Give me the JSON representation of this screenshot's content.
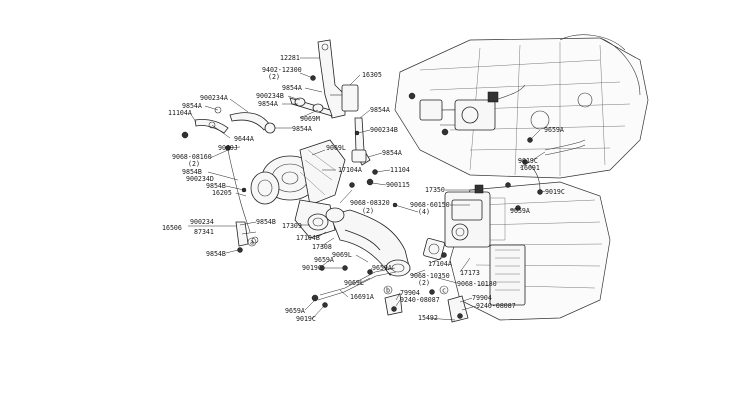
{
  "labels": {
    "l12281": "12281",
    "l9402": "9402-12300",
    "l9402q": "(2)",
    "l16305": "16305",
    "l9854A_1": "9854A",
    "l900234B_1": "900234B",
    "l9854A_2": "9854A",
    "l9069M": "9069M",
    "l9854A_3": "9854A",
    "l900234B_2": "900234B",
    "l900234A": "900234A",
    "l9854A_4": "9854A",
    "l11104A": "11104A",
    "l9854A_5": "9854A",
    "l9644A": "9644A",
    "l9069J": "9069J",
    "l9068_08160": "9068-08160",
    "l9068_08160q": "(2)",
    "l9854B_1": "9854B",
    "l900234D": "900234D",
    "l9854B_2": "9854B",
    "l16205": "16205",
    "l9069L_1": "9069L",
    "l17104A_1": "17104A",
    "l9854A_6": "9854A",
    "l11104": "11104",
    "l900115": "900115",
    "l9068_08320": "9068-08320",
    "l9068_08320q": "(2)",
    "l900234": "900234",
    "l16506": "16506",
    "l87341": "87341",
    "l9854B_3": "9854B",
    "l9854B_4": "9854B",
    "l17309": "17309",
    "l17104B": "17104B",
    "l17308": "17308",
    "l9069L_2": "9069L",
    "l9659A_1": "9659A",
    "l9019C_1": "9019C",
    "l9659A_2": "9659A",
    "l9069L_3": "9069L",
    "l16691A": "16691A",
    "l9659A_3": "9659A",
    "l9019C_2": "9019C",
    "l9659A_4": "9659A",
    "l9019C_3": "9019C",
    "l16691": "16691",
    "l9019C_4": "9019C",
    "l9659A_5": "9659A",
    "l17350": "17350",
    "l9068_60150": "9068-60150",
    "l9068_60150q": "(4)",
    "l17104A_2": "17104A",
    "l17173": "17173",
    "l9068_10350": "9068-10350",
    "l9068_10350q": "(2)",
    "l9068_10180": "9068-10180",
    "l79904_1": "79904",
    "l9240_1": "9240-08087",
    "l79904_2": "79904",
    "l9240_2": "9240-08087",
    "l15492": "15492",
    "callout_a": "a",
    "callout_b": "b",
    "callout_c": "c"
  }
}
